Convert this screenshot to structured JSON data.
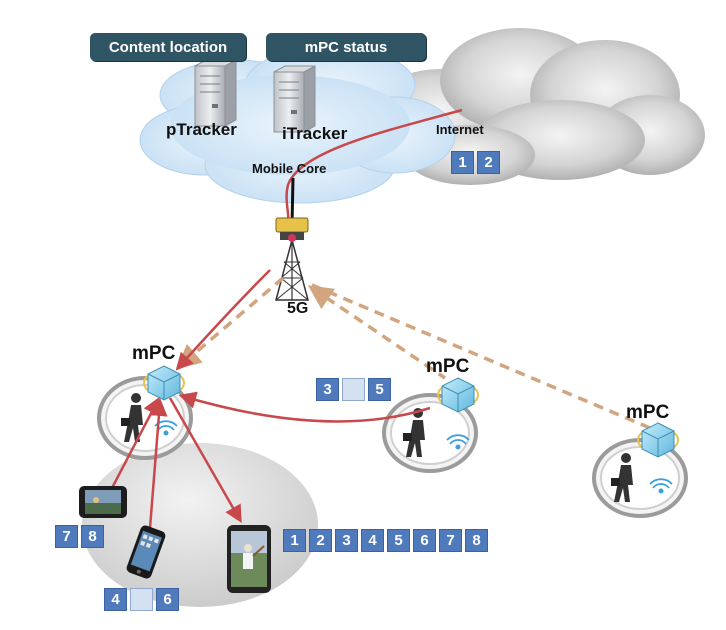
{
  "badges": {
    "content_location": "Content location",
    "mpc_status": "mPC status"
  },
  "labels": {
    "ptracker": "pTracker",
    "itracker": "iTracker",
    "mobile_core": "Mobile Core",
    "internet": "Internet",
    "tower": "5G",
    "mpc": "mPC"
  },
  "chunk_sets": {
    "internet": [
      "1",
      "2"
    ],
    "mpc_middle": [
      "3",
      "",
      "5"
    ],
    "tablet": [
      "7",
      "8"
    ],
    "phone": [
      "4",
      "",
      "6"
    ],
    "video_device": [
      "1",
      "2",
      "3",
      "4",
      "5",
      "6",
      "7",
      "8"
    ]
  },
  "colors": {
    "badge_bg": "#2f5463",
    "tile": "#4f7bbd",
    "tile_empty": "#d3e1f1",
    "solid_arrow": "#c8484b",
    "dashed_arrow": "#d2a57e",
    "cloud_light": "#cfe4f6",
    "cloud_grey": "#c9c9c9",
    "cluster": "#dcdcdc",
    "mpc_cube": "#8fd3ee"
  },
  "icons": [
    "server-icon",
    "cell-tower-icon",
    "mpc-cube-icon",
    "walking-user-icon",
    "wifi-icon",
    "tablet-icon",
    "smartphone-icon",
    "video-device-icon"
  ]
}
